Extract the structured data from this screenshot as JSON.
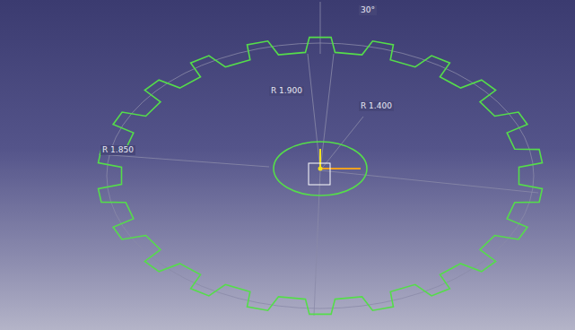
{
  "diagram": {
    "labels": [
      "R 1.850",
      "R 1.900",
      "R 1.400",
      "30°"
    ]
  }
}
